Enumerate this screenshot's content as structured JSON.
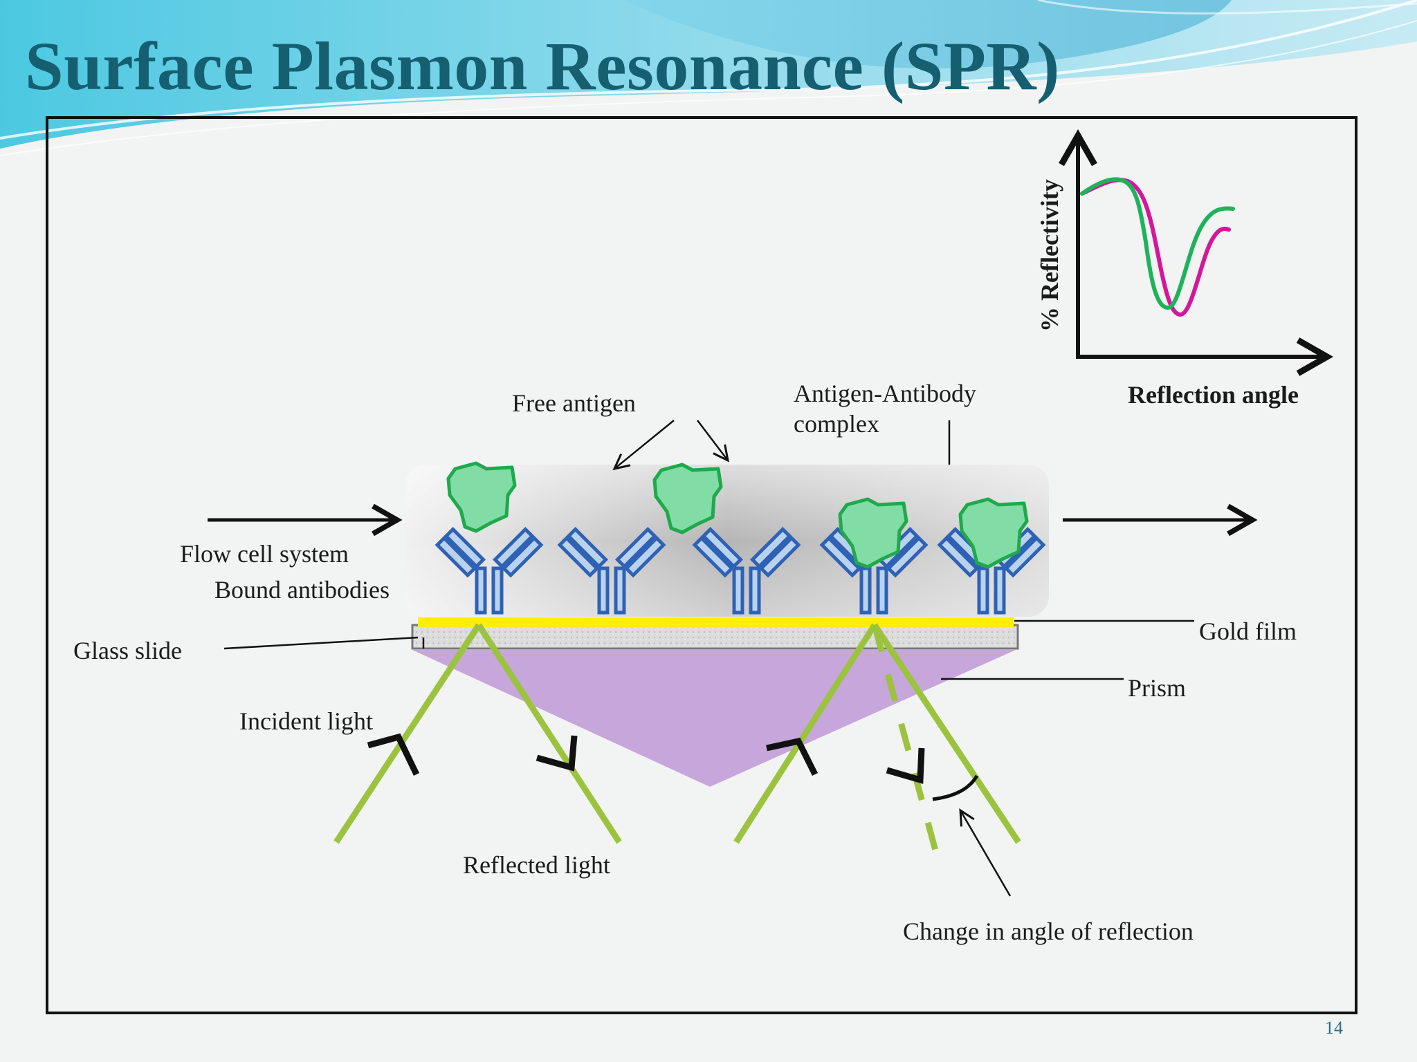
{
  "title": "Surface Plasmon Resonance (SPR)",
  "page_number": "14",
  "labels": {
    "free_antigen": "Free antigen",
    "complex_line1": "Antigen-Antibody",
    "complex_line2": "complex",
    "flow_cell": "Flow cell system",
    "bound_antibodies": "Bound antibodies",
    "glass_slide": "Glass slide",
    "gold_film": "Gold film",
    "prism": "Prism",
    "incident_light": "Incident light",
    "reflected_light": "Reflected light",
    "change_angle": "Change in angle of reflection"
  },
  "graph": {
    "xlabel": "Reflection angle",
    "ylabel": "% Reflectivity",
    "series_colors": {
      "before": "#1fb25a",
      "after": "#d4179a"
    }
  },
  "colors": {
    "title": "#155f71",
    "gold_film": "#ffee00",
    "prism": "#c7a6dc",
    "light": "#9cc33f",
    "antigen_fill": "#82dca6",
    "antigen_stroke": "#1fa94c",
    "antibody": "#2f61b4"
  }
}
